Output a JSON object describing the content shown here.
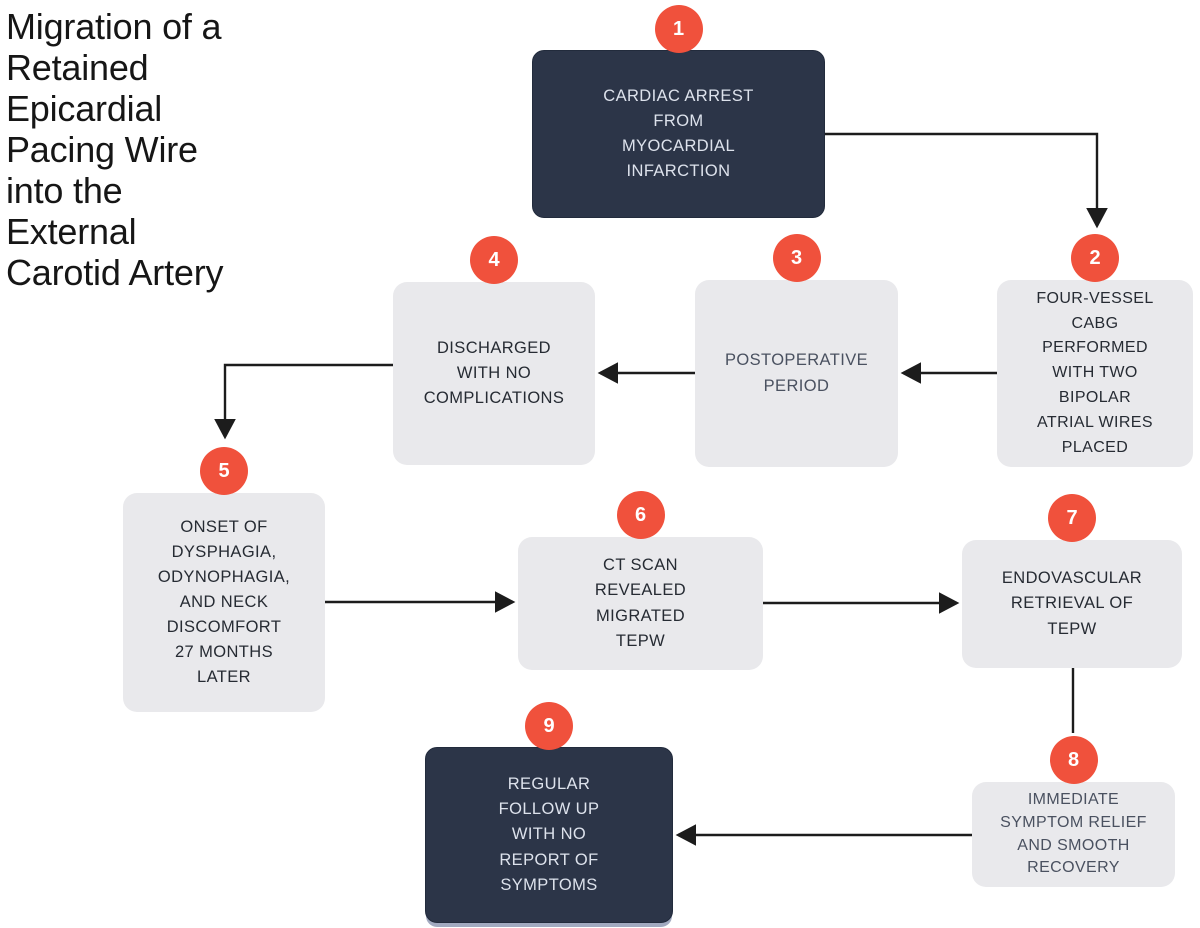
{
  "title": {
    "text": "Migration of a\nRetained\nEpicardial\nPacing Wire\ninto the\nExternal\nCarotid Artery"
  },
  "steps": [
    {
      "number": "1",
      "label": "CARDIAC ARREST\nFROM\nMYOCARDIAL\nINFARCTION"
    },
    {
      "number": "2",
      "label": "FOUR-VESSEL\nCABG\nPERFORMED\nWITH TWO\nBIPOLAR\nATRIAL WIRES\nPLACED"
    },
    {
      "number": "3",
      "label": "POSTOPERATIVE\nPERIOD"
    },
    {
      "number": "4",
      "label": "DISCHARGED\nWITH NO\nCOMPLICATIONS"
    },
    {
      "number": "5",
      "label": "ONSET OF\nDYSPHAGIA,\nODYNOPHAGIA,\nAND NECK\nDISCOMFORT\n27 MONTHS\nLATER"
    },
    {
      "number": "6",
      "label": "CT SCAN\nREVEALED\nMIGRATED\nTEPW"
    },
    {
      "number": "7",
      "label": "ENDOVASCULAR\nRETRIEVAL OF\nTEPW"
    },
    {
      "number": "8",
      "label": "IMMEDIATE\nSYMPTOM RELIEF\nAND SMOOTH\nRECOVERY"
    },
    {
      "number": "9",
      "label": "REGULAR\nFOLLOW UP\nWITH NO\nREPORT OF\nSYMPTOMS"
    }
  ],
  "flow_order": [
    "1",
    "2",
    "3",
    "4",
    "5",
    "6",
    "7",
    "8",
    "9"
  ],
  "colors": {
    "badge": "#f0513c",
    "dark_box": "#2c3548",
    "light_box": "#e9e9ec",
    "dark_box_text": "#dde2ec",
    "light_box_text": "#262b33",
    "arrow": "#1c1c1c",
    "background": "#ffffff"
  }
}
